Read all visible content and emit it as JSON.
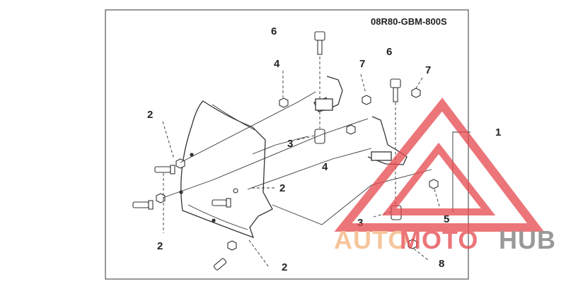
{
  "diagram": {
    "part_code": "08R80-GBM-800S",
    "callouts": {
      "c1": "1",
      "c2a": "2",
      "c2b": "2",
      "c2c": "2",
      "c2d": "2",
      "c3a": "3",
      "c3b": "3",
      "c4a": "4",
      "c4b": "4",
      "c5": "5",
      "c6a": "6",
      "c6b": "6",
      "c7a": "7",
      "c7b": "7",
      "c8": "8"
    }
  },
  "watermark": {
    "brand_part1": "AUTO",
    "brand_part2": "MOTO",
    "brand_part3": "HUB",
    "colors": {
      "orange": "#f2b27a",
      "red": "#e5484d",
      "gray": "#777777"
    }
  }
}
